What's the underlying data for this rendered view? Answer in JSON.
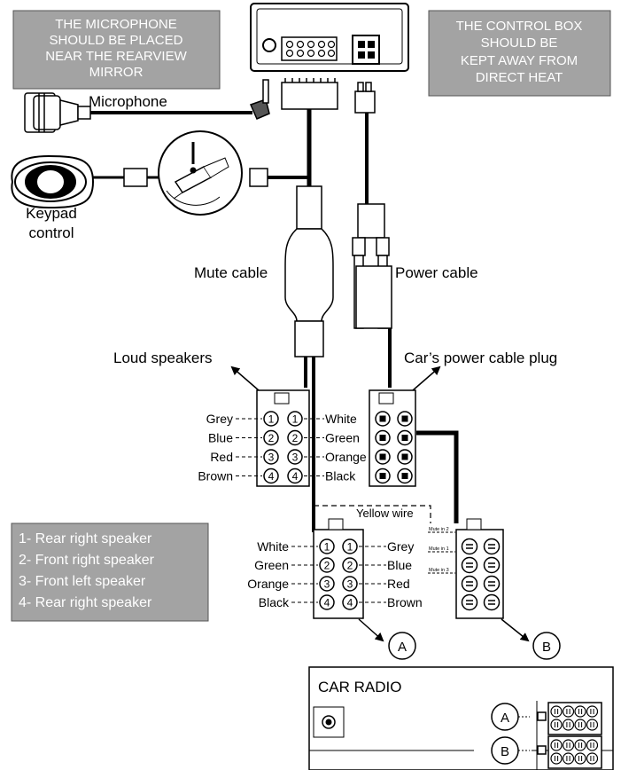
{
  "notes": {
    "mic_note": [
      "THE MICROPHONE",
      "SHOULD BE PLACED",
      "NEAR THE REARVIEW",
      "MIRROR"
    ],
    "heat_note": [
      "THE CONTROL BOX",
      "SHOULD BE",
      "KEPT AWAY FROM",
      "DIRECT HEAT"
    ]
  },
  "labels": {
    "microphone": "Microphone",
    "keypad_line1": "Keypad",
    "keypad_line2": "control",
    "mute_cable": "Mute cable",
    "power_cable": "Power cable",
    "loud_speakers": "Loud speakers",
    "power_plug": "Car’s power cable plug",
    "yellow_wire": "Yellow wire"
  },
  "top_connector": {
    "left_wires": [
      "Grey",
      "Blue",
      "Red",
      "Brown"
    ],
    "pins": [
      "1",
      "2",
      "3",
      "4"
    ],
    "right_wires": [
      "White",
      "Green",
      "Orange",
      "Black"
    ]
  },
  "bottom_connector": {
    "left_wires": [
      "White",
      "Green",
      "Orange",
      "Black"
    ],
    "pins": [
      "1",
      "2",
      "3",
      "4"
    ],
    "right_wires": [
      "Grey",
      "Blue",
      "Red",
      "Brown"
    ]
  },
  "mute_labels": [
    "Mute in 2",
    "Mute in 1",
    "Mute in 3"
  ],
  "legend": [
    "1- Rear right speaker",
    "2- Front right speaker",
    "3- Front left speaker",
    "4- Rear right speaker"
  ],
  "markers": {
    "a": "A",
    "b": "B"
  },
  "car_radio": {
    "title": "CAR RADIO",
    "port_a": "A",
    "port_b": "B"
  },
  "colors": {
    "note_box": "#a3a3a3",
    "line": "#000000"
  }
}
